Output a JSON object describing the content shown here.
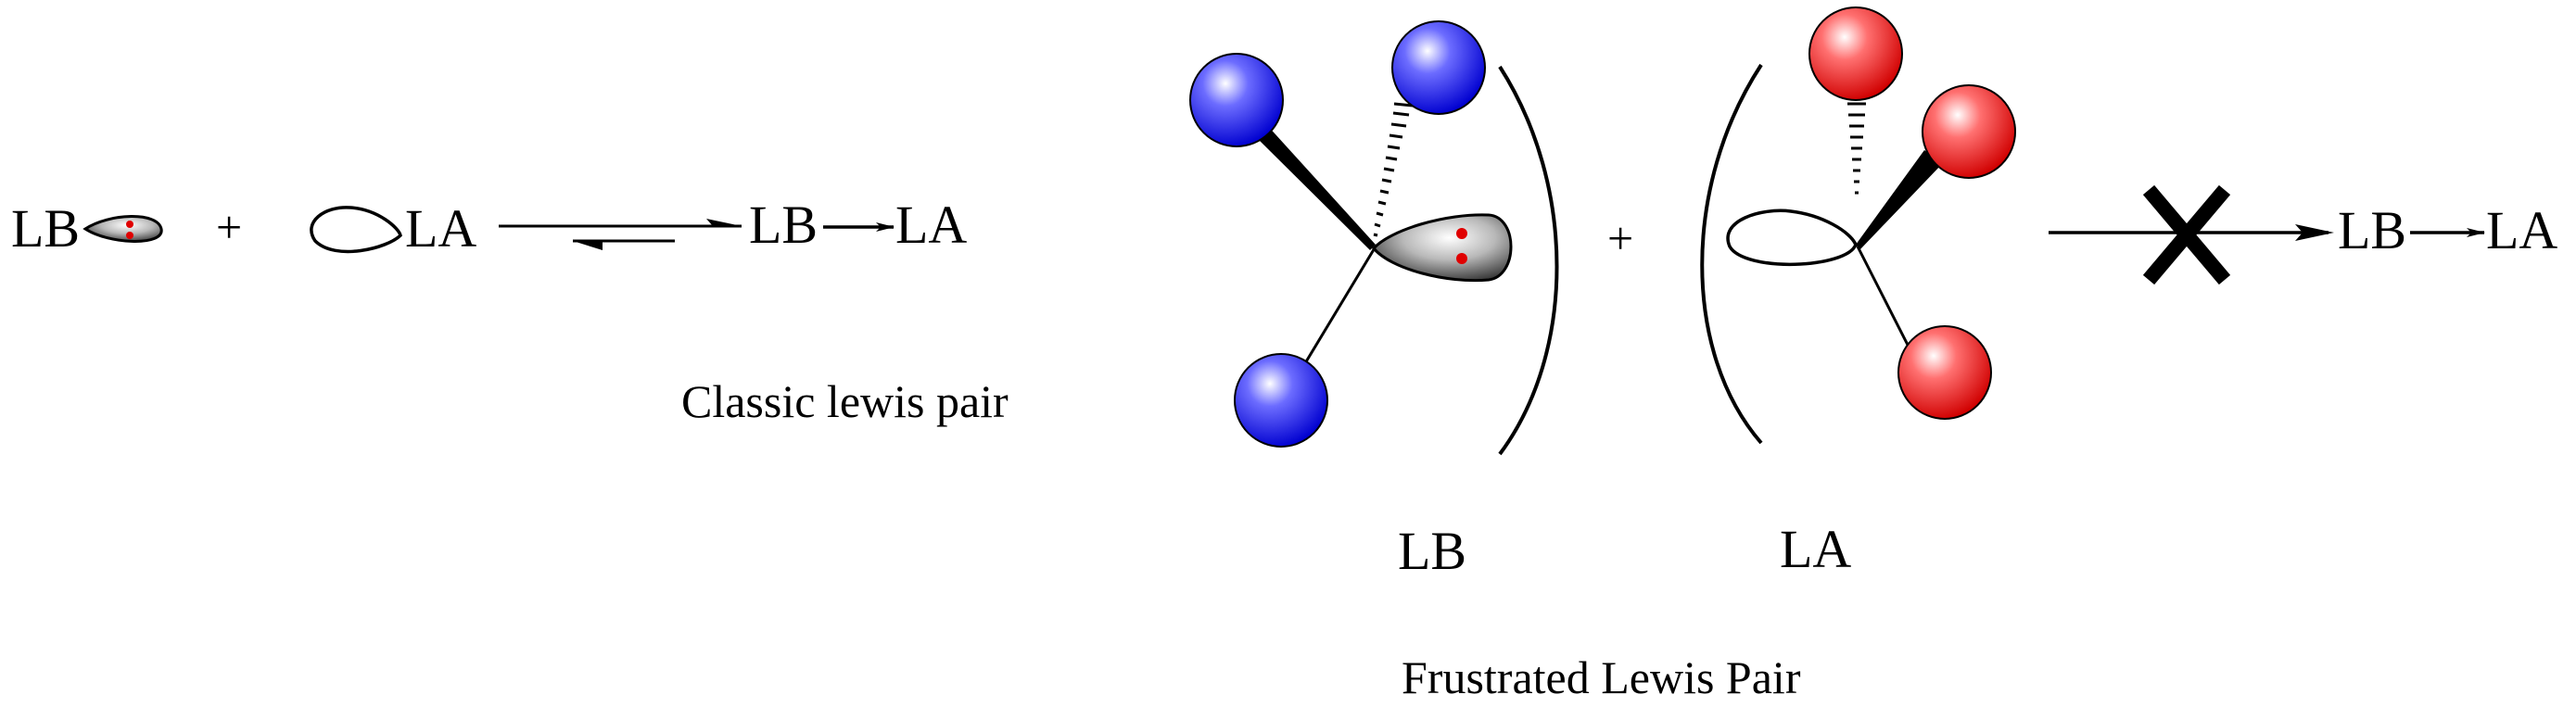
{
  "classic": {
    "lb_label": "LB",
    "plus": "+",
    "la_label": "LA",
    "product_lb": "LB",
    "product_la": "LA",
    "caption": "Classic lewis pair"
  },
  "frustrated": {
    "plus": "+",
    "lb_label": "LB",
    "la_label": "LA",
    "product_lb": "LB",
    "product_la": "LA",
    "caption": "Frustrated Lewis Pair"
  },
  "colors": {
    "base_sphere": "#1a1aff",
    "acid_sphere": "#ff1a1a",
    "lone_pair_dot": "#e00000",
    "line": "#000000"
  }
}
